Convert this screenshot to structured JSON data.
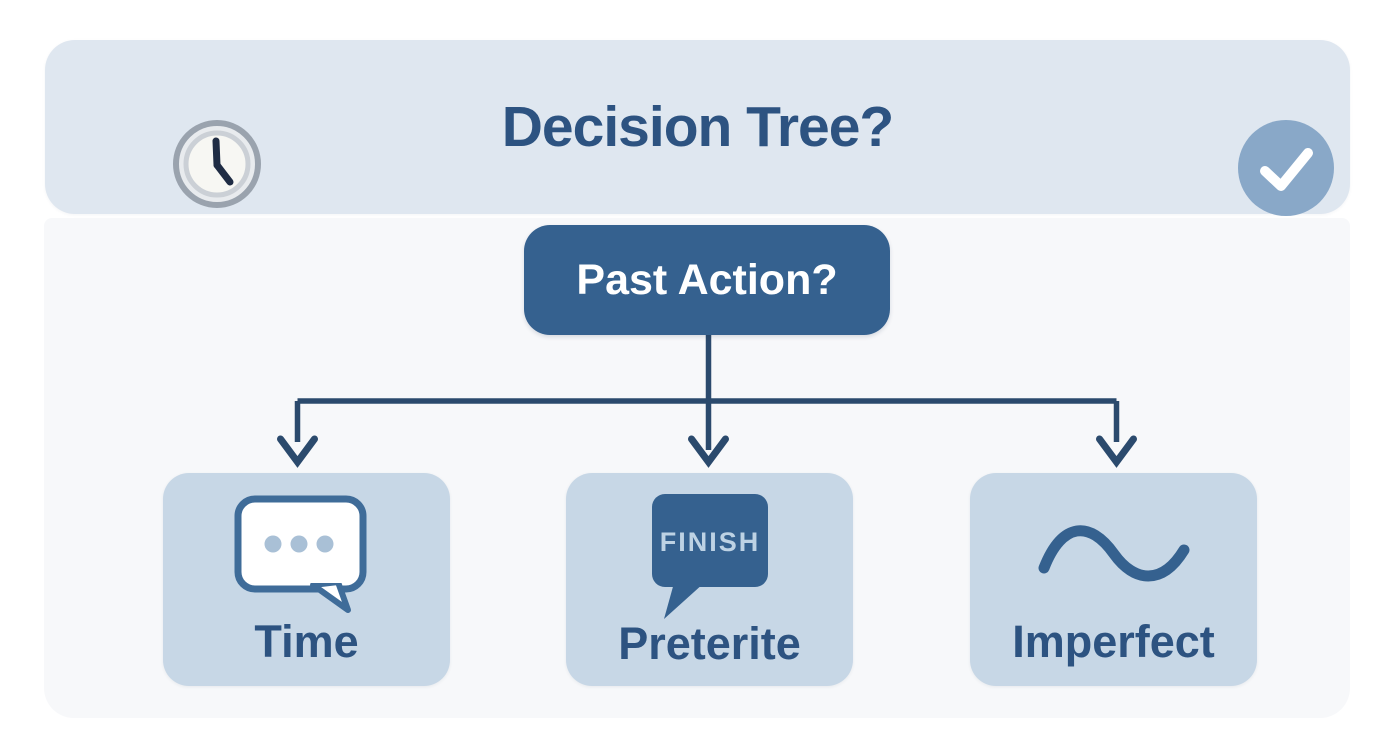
{
  "header": {
    "title": "Decision Tree?"
  },
  "root_node": {
    "label": "Past Action?"
  },
  "branches": [
    {
      "label": "Time"
    },
    {
      "label": "Preterite",
      "icon_text": "FINISH"
    },
    {
      "label": "Imperfect"
    }
  ],
  "icons": {
    "left_header_icon": "clock-icon",
    "right_header_icon": "check-icon",
    "time_icon": "speech-bubble-ellipsis-icon",
    "preterite_icon": "speech-bubble-finish-icon",
    "imperfect_icon": "wave-icon"
  },
  "colors": {
    "header_bg": "#dfe7f0",
    "panel_bg": "#f7f8fa",
    "node_bg": "#35618f",
    "branch_bg": "#c7d7e6",
    "accent_text": "#2d5381",
    "connector": "#2b4a6d",
    "check_circle": "#89a8c8",
    "page_bg": "#ffffff"
  }
}
